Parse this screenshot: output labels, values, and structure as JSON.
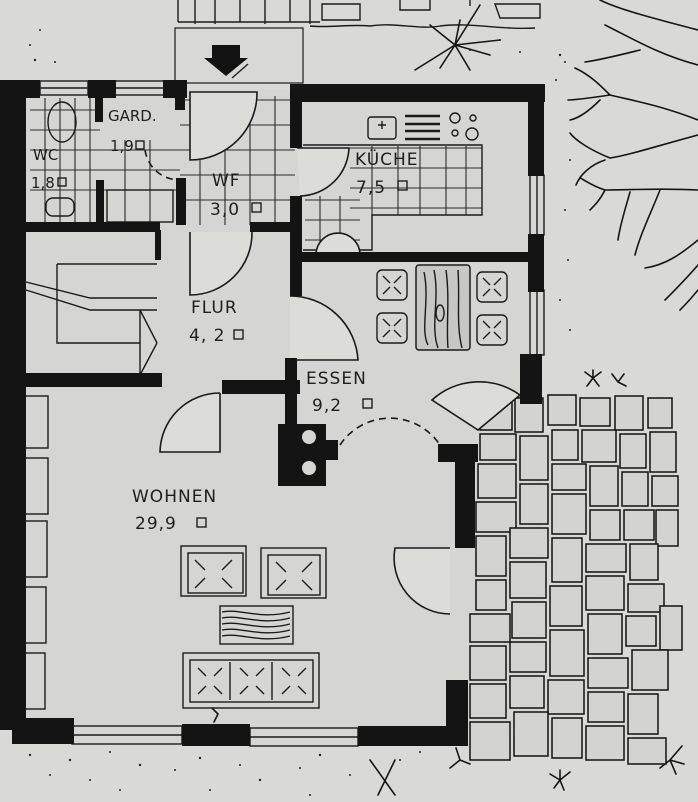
{
  "plan": {
    "type": "floor-plan",
    "unit_symbol": "□",
    "entrance_arrow": "down-arrow-icon"
  },
  "rooms": {
    "wc": {
      "name": "WC",
      "area": "1,8"
    },
    "gard": {
      "name": "GARD.",
      "area": "1,9"
    },
    "wf": {
      "name": "WF",
      "area": "3,0"
    },
    "kueche": {
      "name": "KÜCHE",
      "area": "7,5"
    },
    "flur": {
      "name": "FLUR",
      "area": "4, 2"
    },
    "essen": {
      "name": "ESSEN",
      "area": "9,2"
    },
    "wohnen": {
      "name": "WOHNEN",
      "area": "29,9"
    }
  },
  "colors": {
    "paper": "#d9dad7",
    "wall": "#141414",
    "line": "#1a1a1a"
  }
}
